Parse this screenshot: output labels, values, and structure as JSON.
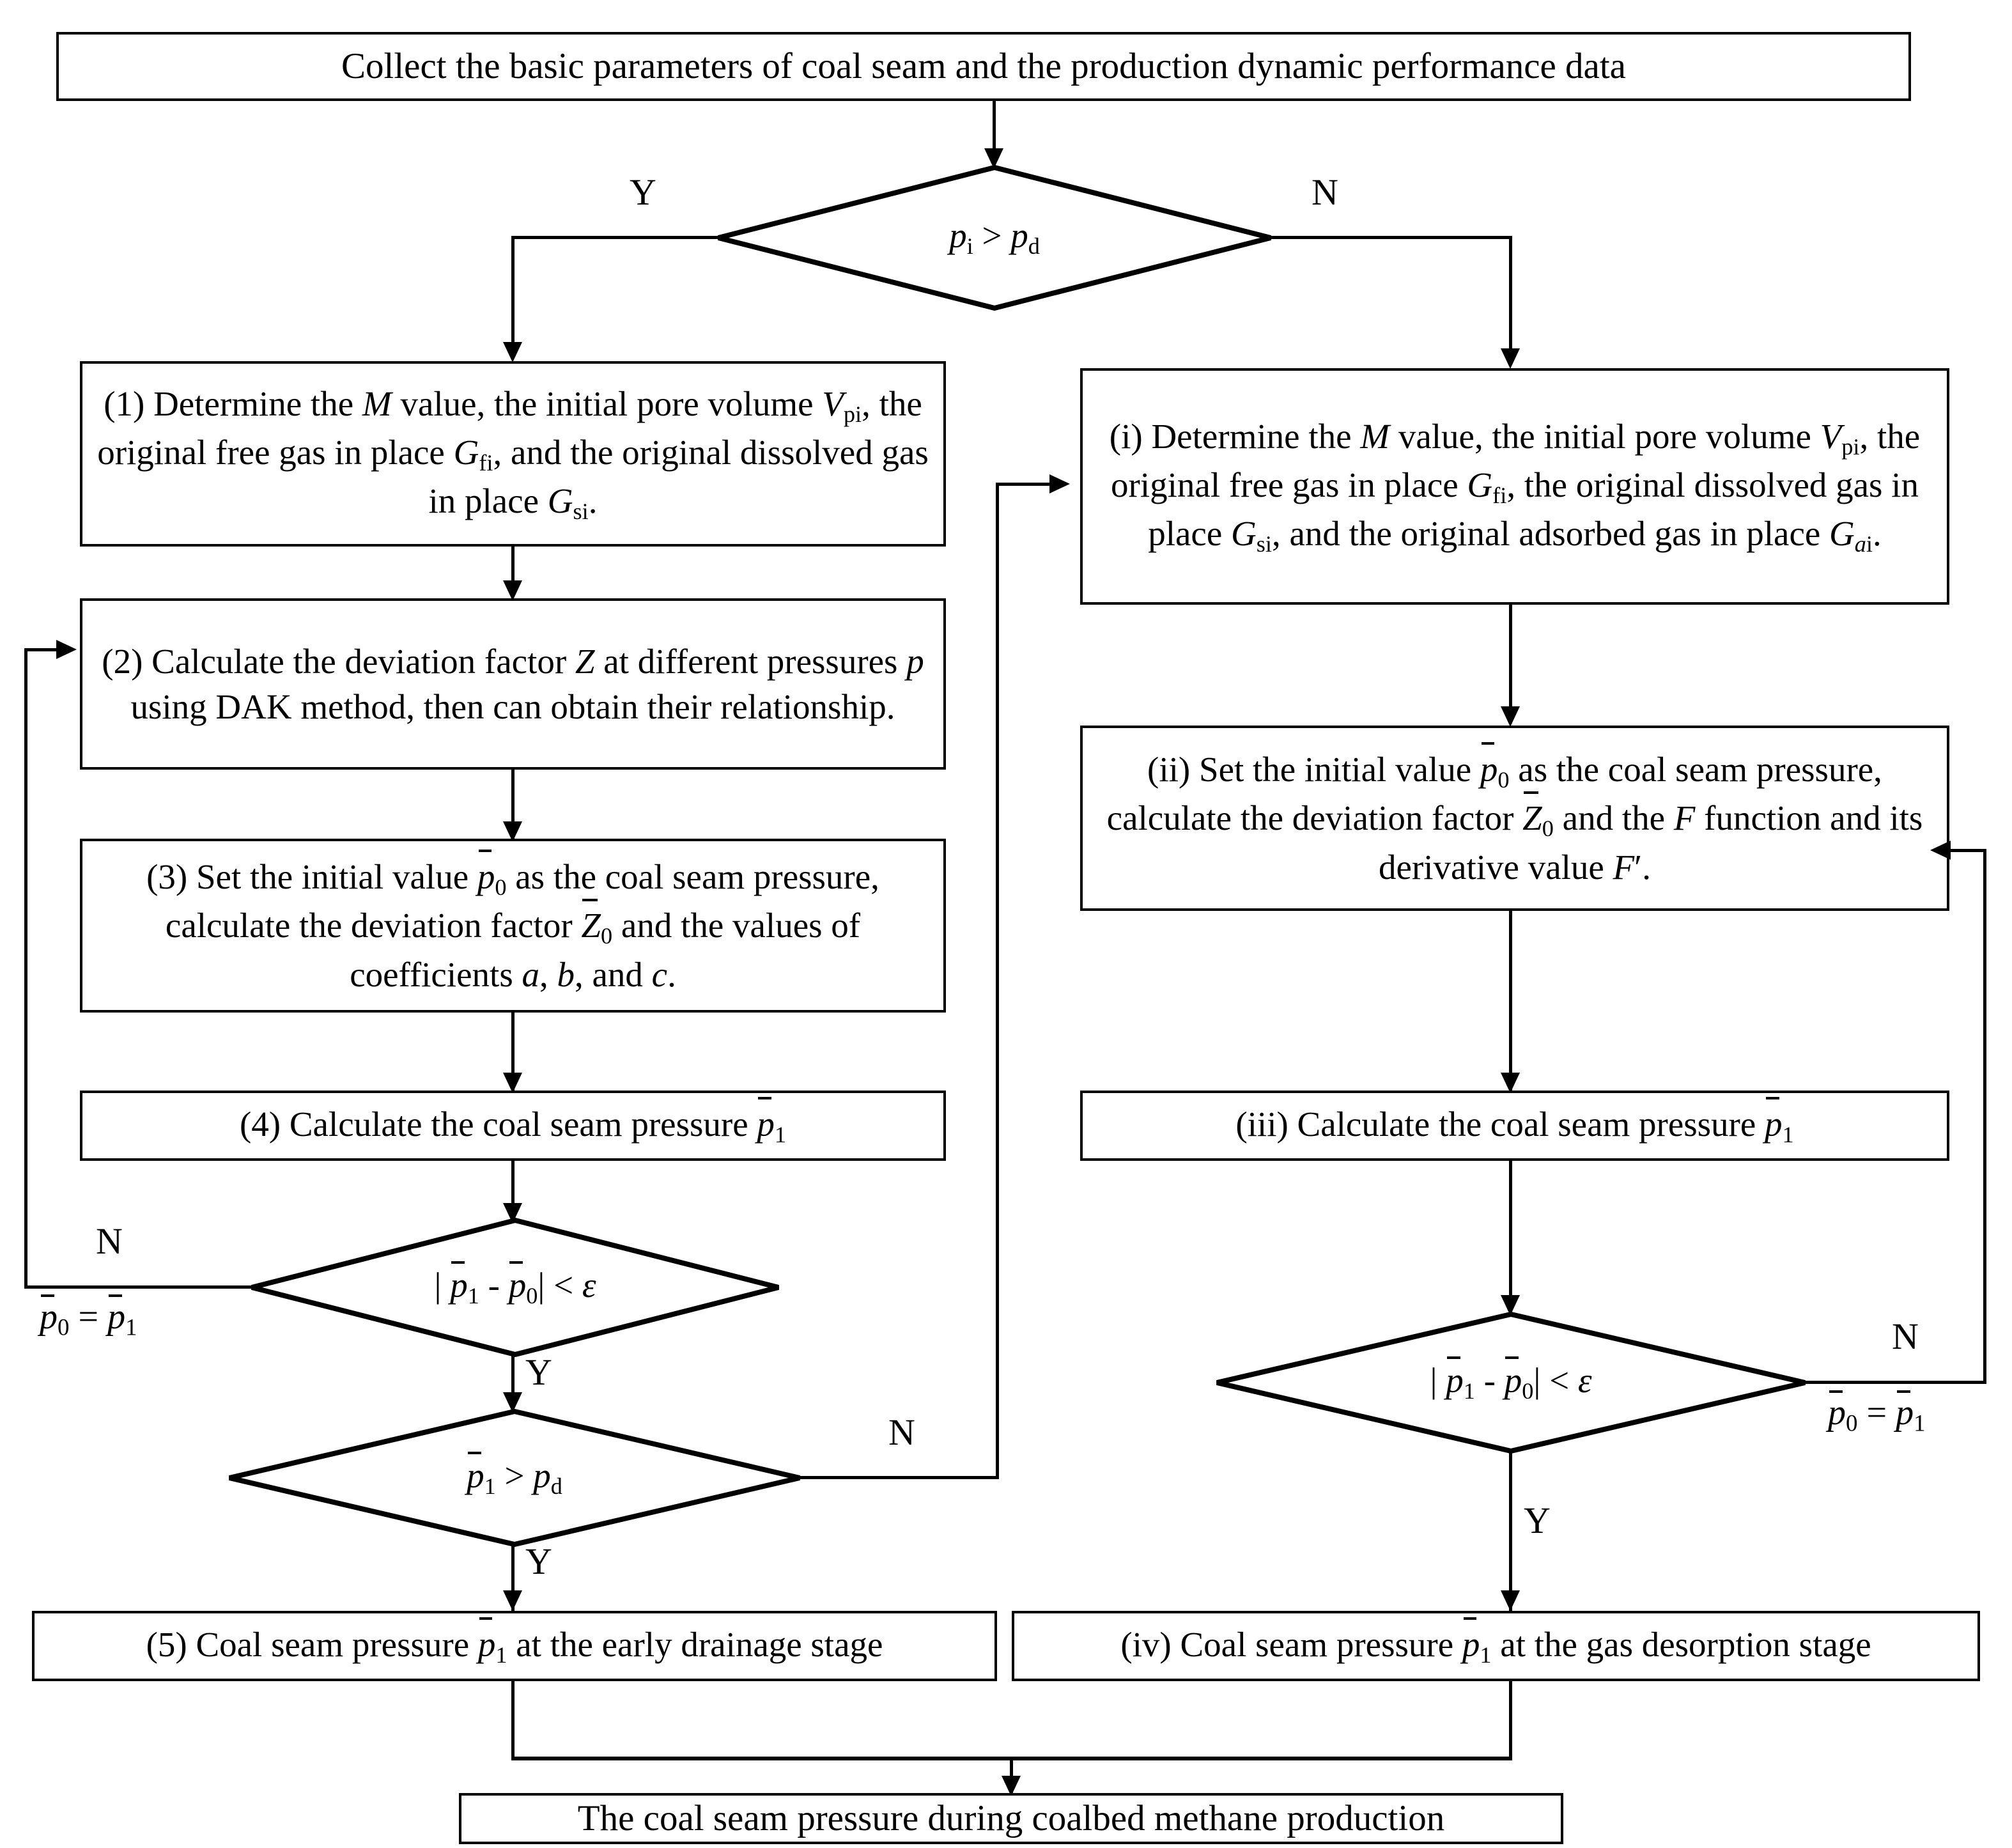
{
  "figure": {
    "type": "flowchart",
    "orientation": "top-to-bottom, two parallel branches",
    "description": "Workflow for calculating coal seam pressure during coalbed methane production"
  },
  "nodes": {
    "start": {
      "id": "start",
      "shape": "rectangle",
      "text": "Collect the basic parameters of coal seam and the production dynamic performance data"
    },
    "decision_top": {
      "id": "decision_top",
      "shape": "diamond",
      "expr": "p i > p d",
      "yes_label": "Y",
      "no_label": "N"
    },
    "left_1": {
      "id": "left_1",
      "shape": "rectangle",
      "label": "(1)",
      "text": "(1) Determine the M value, the initial pore volume Vpi, the original free gas in place Gfi, and the original dissolved gas in place Gsi."
    },
    "left_2": {
      "id": "left_2",
      "shape": "rectangle",
      "label": "(2)",
      "text": "(2) Calculate the deviation factor Z at different pressures p using DAK method, then can obtain their relationship."
    },
    "left_3": {
      "id": "left_3",
      "shape": "rectangle",
      "label": "(3)",
      "text": "(3) Set the initial value p0 as the coal seam pressure, calculate the deviation factor Z0 and the values of coefficients a, b, and c."
    },
    "left_4": {
      "id": "left_4",
      "shape": "rectangle",
      "label": "(4)",
      "text": "(4) Calculate the coal seam pressure p1"
    },
    "left_d1": {
      "id": "left_d1",
      "shape": "diamond",
      "expr": "| p1 - p0 | < e",
      "yes_label": "Y",
      "no_label": "N",
      "no_assignment": "p0 = p1"
    },
    "left_d2": {
      "id": "left_d2",
      "shape": "diamond",
      "expr": "p1 > pd",
      "yes_label": "Y",
      "no_label": "N"
    },
    "left_5": {
      "id": "left_5",
      "shape": "rectangle",
      "label": "(5)",
      "text": "(5) Coal seam pressure p1 at the early drainage stage"
    },
    "right_i": {
      "id": "right_i",
      "shape": "rectangle",
      "label": "(i)",
      "text": "(i) Determine the M value, the initial pore volume Vpi, the original free gas in place Gfi, the original dissolved gas in place Gsi, and the original adsorbed gas in place Gai."
    },
    "right_ii": {
      "id": "right_ii",
      "shape": "rectangle",
      "label": "(ii)",
      "text": "(ii) Set the initial value p0 as the coal seam pressure, calculate the deviation factor Z0 and the F function and its derivative value F'."
    },
    "right_iii": {
      "id": "right_iii",
      "shape": "rectangle",
      "label": "(iii)",
      "text": "(iii) Calculate the coal seam pressure p1"
    },
    "right_d1": {
      "id": "right_d1",
      "shape": "diamond",
      "expr": "| p1 - p0 | < e",
      "yes_label": "Y",
      "no_label": "N",
      "no_assignment": "p0 = p1"
    },
    "right_iv": {
      "id": "right_iv",
      "shape": "rectangle",
      "label": "(iv)",
      "text": "(iv) Coal seam pressure p1 at the gas desorption stage"
    },
    "end": {
      "id": "end",
      "shape": "rectangle",
      "text": "The coal seam pressure during coalbed methane production"
    }
  },
  "branch_labels": {
    "top_yes": "Y",
    "top_no": "N",
    "left_d1_no": "N",
    "left_d1_yes": "Y",
    "left_d1_assign": "p0 = p1",
    "left_d2_yes": "Y",
    "left_d2_no": "N",
    "right_d1_no": "N",
    "right_d1_yes": "Y",
    "right_d1_assign": "p0 = p1"
  },
  "colors": {
    "stroke": "#000000",
    "fill": "#ffffff",
    "background": "#ffffff"
  }
}
